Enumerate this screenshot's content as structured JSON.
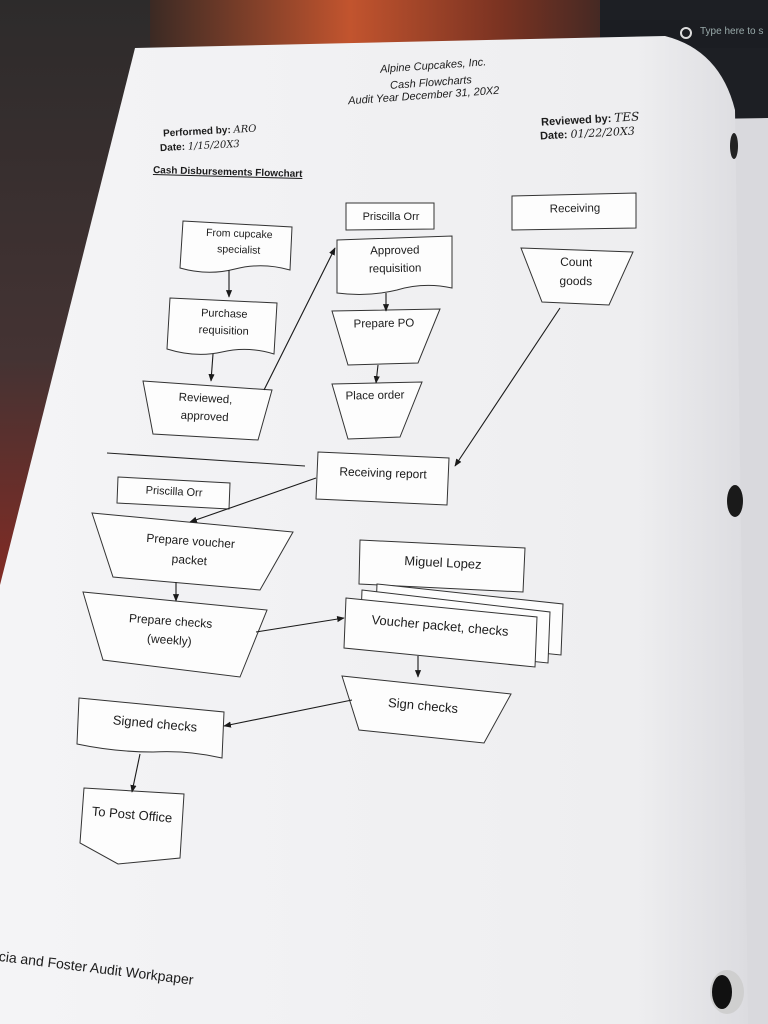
{
  "taskbar": {
    "search_placeholder": "Type here to s"
  },
  "header": {
    "company": "Alpine Cupcakes, Inc.",
    "doc_title": "Cash Flowcharts",
    "audit_year": "Audit Year December 31, 20X2",
    "performed_by_label": "Performed by:",
    "performed_by_value": "ARO",
    "date_label": "Date:",
    "date_left_value": "1/15/20X3",
    "reviewed_by_label": "Reviewed by:",
    "reviewed_by_value": "TES",
    "date_right_value": "01/22/20X3",
    "section_title": "Cash Disbursements Flowchart"
  },
  "flowchart": {
    "from_specialist": "From cupcake specialist",
    "purchase_requisition": "Purchase requisition",
    "reviewed_approved": "Reviewed, approved",
    "priscilla_top": "Priscilla Orr",
    "approved_requisition": "Approved requisition",
    "prepare_po": "Prepare PO",
    "place_order": "Place order",
    "receiving": "Receiving",
    "count_goods": "Count goods",
    "receiving_report": "Receiving report",
    "priscilla_mid": "Priscilla Orr",
    "prepare_voucher": "Prepare voucher packet",
    "prepare_checks": "Prepare checks (weekly)",
    "miguel": "Miguel Lopez",
    "voucher_checks": "Voucher packet, checks",
    "sign_checks": "Sign checks",
    "signed_checks": "Signed checks",
    "post_office": "To Post Office"
  },
  "footer": {
    "text": "cia and Foster Audit Workpaper"
  }
}
